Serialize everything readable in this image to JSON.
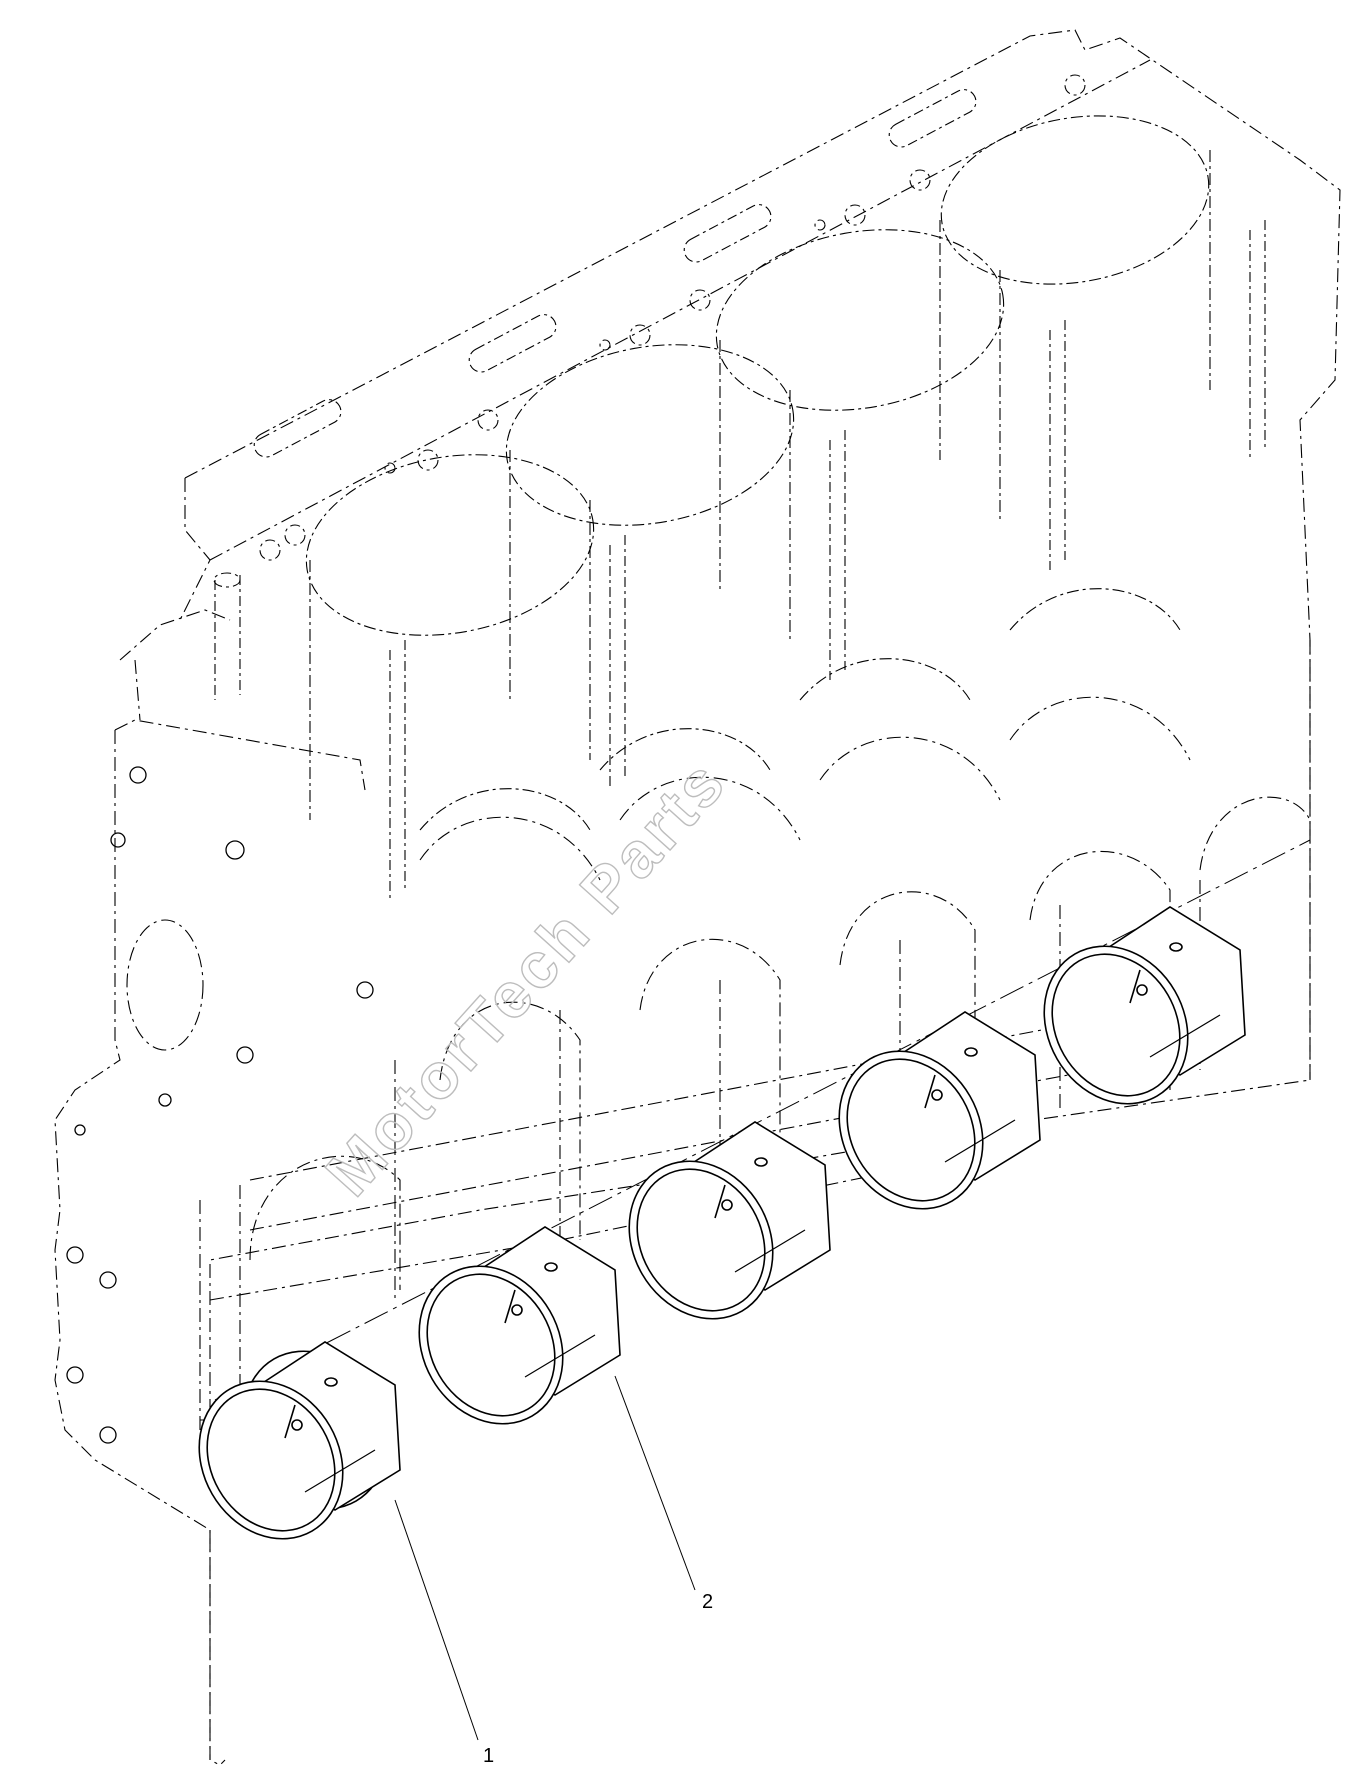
{
  "diagram": {
    "callouts": [
      {
        "id": "1",
        "label": "1",
        "part": "front-main-bearing-shell"
      },
      {
        "id": "2",
        "label": "2",
        "part": "main-bearing-shell"
      }
    ],
    "watermark": "MotorTech Parts",
    "line_color": "#000000",
    "phantom_color": "#000000",
    "background": "#ffffff"
  }
}
